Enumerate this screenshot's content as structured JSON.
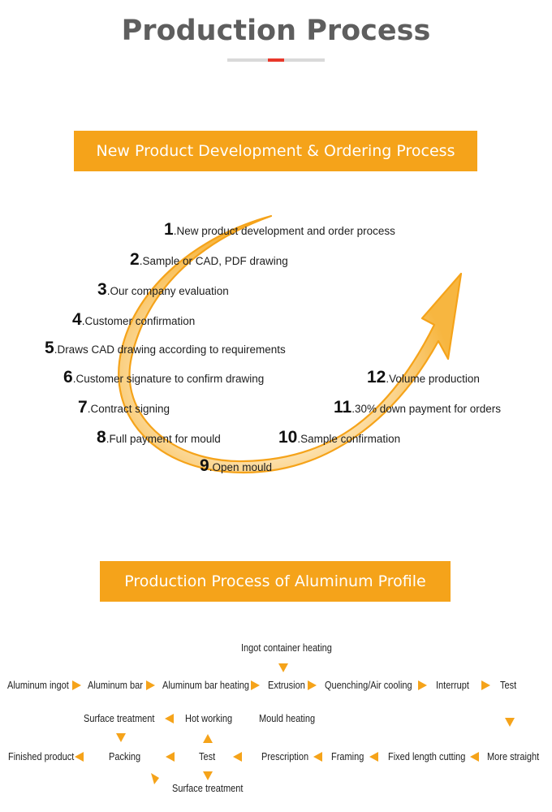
{
  "page_title": "Production Process",
  "colors": {
    "accent": "#f5a31a",
    "title": "#5e5e5e",
    "underline_accent": "#e8372a"
  },
  "section1": {
    "banner": "New Product Development & Ordering Process",
    "steps": [
      {
        "num": "1",
        "text": ".New product development and order process"
      },
      {
        "num": "2",
        "text": ".Sample or CAD, PDF drawing"
      },
      {
        "num": "3",
        "text": ".Our company evaluation"
      },
      {
        "num": "4",
        "text": ".Customer confirmation"
      },
      {
        "num": "5",
        "text": ".Draws CAD drawing according to requirements"
      },
      {
        "num": "6",
        "text": ".Customer signature to confirm drawing"
      },
      {
        "num": "7",
        "text": ".Contract signing"
      },
      {
        "num": "8",
        "text": ".Full payment for mould"
      },
      {
        "num": "9",
        "text": ".Open mould"
      },
      {
        "num": "10",
        "text": ".Sample confirmation"
      },
      {
        "num": "11",
        "text": ".30% down payment for orders"
      },
      {
        "num": "12",
        "text": ".Volume production"
      }
    ]
  },
  "section2": {
    "banner": "Production Process of Aluminum Profile",
    "nodes": {
      "ingot_container_heating": "Ingot container heating",
      "aluminum_ingot": "Aluminum ingot",
      "aluminum_bar": "Aluminum bar",
      "aluminum_bar_heating": "Aluminum bar heating",
      "extrusion": "Extrusion",
      "quenching": "Quenching/Air cooling",
      "interrupt": "Interrupt",
      "test_top": "Test",
      "surface_treatment_top": "Surface treatment",
      "hot_working": "Hot working",
      "mould_heating": "Mould heating",
      "finished_product": "Finished product",
      "packing": "Packing",
      "test_bottom": "Test",
      "prescription": "Prescription",
      "framing": "Framing",
      "fixed_length_cutting": "Fixed length cutting",
      "more_straight": "More straight",
      "surface_treatment_bottom": "Surface treatment"
    }
  }
}
